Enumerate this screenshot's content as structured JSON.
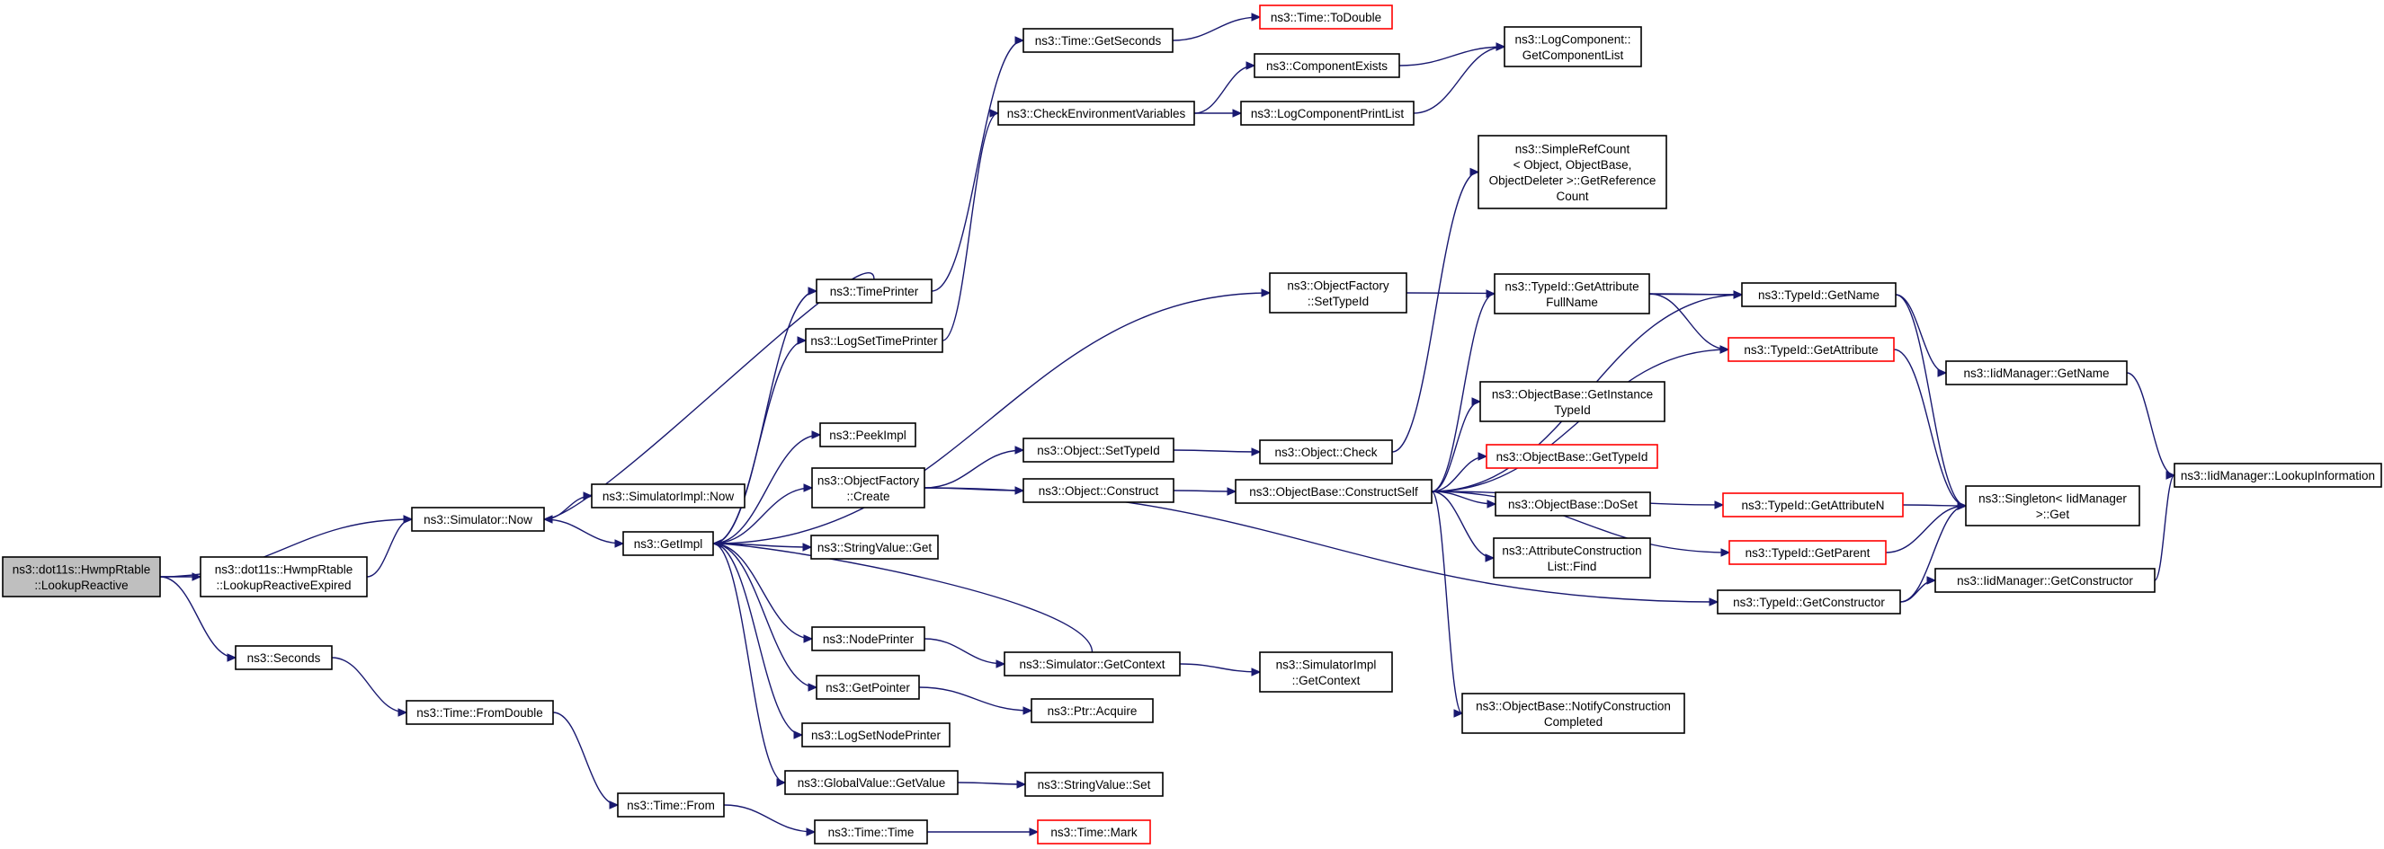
{
  "colors": {
    "edge": "#191970",
    "node_border": "#000000",
    "node_border_incomplete": "#ff0000",
    "root_fill": "#bfbfbf",
    "node_fill": "#ffffff"
  },
  "nodes": [
    {
      "id": "root",
      "lines": [
        "ns3::dot11s::HwmpRtable",
        "::LookupReactive"
      ],
      "root": true
    },
    {
      "id": "lre",
      "lines": [
        "ns3::dot11s::HwmpRtable",
        "::LookupReactiveExpired"
      ]
    },
    {
      "id": "seconds",
      "lines": [
        "ns3::Seconds"
      ]
    },
    {
      "id": "now",
      "lines": [
        "ns3::Simulator::Now"
      ]
    },
    {
      "id": "fromdouble",
      "lines": [
        "ns3::Time::FromDouble"
      ]
    },
    {
      "id": "siminow",
      "lines": [
        "ns3::SimulatorImpl::Now"
      ]
    },
    {
      "id": "getimpl",
      "lines": [
        "ns3::GetImpl"
      ]
    },
    {
      "id": "timefrom",
      "lines": [
        "ns3::Time::From"
      ]
    },
    {
      "id": "timeprinter",
      "lines": [
        "ns3::TimePrinter"
      ]
    },
    {
      "id": "logsettp",
      "lines": [
        "ns3::LogSetTimePrinter"
      ]
    },
    {
      "id": "peekimpl",
      "lines": [
        "ns3::PeekImpl"
      ]
    },
    {
      "id": "ofcreate",
      "lines": [
        "ns3::ObjectFactory",
        "::Create"
      ]
    },
    {
      "id": "svget",
      "lines": [
        "ns3::StringValue::Get"
      ]
    },
    {
      "id": "nodeprinter",
      "lines": [
        "ns3::NodePrinter"
      ]
    },
    {
      "id": "getpointer",
      "lines": [
        "ns3::GetPointer"
      ]
    },
    {
      "id": "logsetnp",
      "lines": [
        "ns3::LogSetNodePrinter"
      ]
    },
    {
      "id": "gvgetvalue",
      "lines": [
        "ns3::GlobalValue::GetValue"
      ]
    },
    {
      "id": "timetime",
      "lines": [
        "ns3::Time::Time"
      ]
    },
    {
      "id": "getseconds",
      "lines": [
        "ns3::Time::GetSeconds"
      ]
    },
    {
      "id": "checkenv",
      "lines": [
        "ns3::CheckEnvironmentVariables"
      ]
    },
    {
      "id": "objsettypeid",
      "lines": [
        "ns3::Object::SetTypeId"
      ]
    },
    {
      "id": "objconstruct",
      "lines": [
        "ns3::Object::Construct"
      ]
    },
    {
      "id": "simgetctx",
      "lines": [
        "ns3::Simulator::GetContext"
      ]
    },
    {
      "id": "ptracquire",
      "lines": [
        "ns3::Ptr::Acquire"
      ]
    },
    {
      "id": "svset",
      "lines": [
        "ns3::StringValue::Set"
      ]
    },
    {
      "id": "timemark",
      "lines": [
        "ns3::Time::Mark"
      ],
      "incomplete": true
    },
    {
      "id": "todouble",
      "lines": [
        "ns3::Time::ToDouble"
      ],
      "incomplete": true
    },
    {
      "id": "compexists",
      "lines": [
        "ns3::ComponentExists"
      ]
    },
    {
      "id": "logcompprint",
      "lines": [
        "ns3::LogComponentPrintList"
      ]
    },
    {
      "id": "ofsettypeid",
      "lines": [
        "ns3::ObjectFactory",
        "::SetTypeId"
      ]
    },
    {
      "id": "objcheck",
      "lines": [
        "ns3::Object::Check"
      ]
    },
    {
      "id": "obconstructself",
      "lines": [
        "ns3::ObjectBase::ConstructSelf"
      ]
    },
    {
      "id": "simimplgetctx",
      "lines": [
        "ns3::SimulatorImpl",
        "::GetContext"
      ]
    },
    {
      "id": "logcompgetlist",
      "lines": [
        "ns3::LogComponent::",
        "GetComponentList"
      ]
    },
    {
      "id": "simplerefcount",
      "lines": [
        "ns3::SimpleRefCount",
        "< Object, ObjectBase,",
        "ObjectDeleter >::GetReference",
        "Count"
      ]
    },
    {
      "id": "getattrfullname",
      "lines": [
        "ns3::TypeId::GetAttribute",
        "FullName"
      ]
    },
    {
      "id": "getinstancetypeid",
      "lines": [
        "ns3::ObjectBase::GetInstance",
        "TypeId"
      ]
    },
    {
      "id": "obgettypeid",
      "lines": [
        "ns3::ObjectBase::GetTypeId"
      ],
      "incomplete": true
    },
    {
      "id": "obdoset",
      "lines": [
        "ns3::ObjectBase::DoSet"
      ]
    },
    {
      "id": "attrconstructfind",
      "lines": [
        "ns3::AttributeConstruction",
        "List::Find"
      ]
    },
    {
      "id": "notifyconstruction",
      "lines": [
        "ns3::ObjectBase::NotifyConstruction",
        "Completed"
      ]
    },
    {
      "id": "typeidgetname",
      "lines": [
        "ns3::TypeId::GetName"
      ]
    },
    {
      "id": "typeidgetattr",
      "lines": [
        "ns3::TypeId::GetAttribute"
      ],
      "incomplete": true
    },
    {
      "id": "typeidgetattrn",
      "lines": [
        "ns3::TypeId::GetAttributeN"
      ],
      "incomplete": true
    },
    {
      "id": "typeidgetparent",
      "lines": [
        "ns3::TypeId::GetParent"
      ],
      "incomplete": true
    },
    {
      "id": "typeidgetconstructor",
      "lines": [
        "ns3::TypeId::GetConstructor"
      ]
    },
    {
      "id": "iidmgrgetname",
      "lines": [
        "ns3::IidManager::GetName"
      ]
    },
    {
      "id": "singletonget",
      "lines": [
        "ns3::Singleton< IidManager",
        ">::Get"
      ]
    },
    {
      "id": "iidmgrgetconstructor",
      "lines": [
        "ns3::IidManager::GetConstructor"
      ]
    },
    {
      "id": "iidmgrlookup",
      "lines": [
        "ns3::IidManager::LookupInformation"
      ]
    }
  ],
  "edges": [
    [
      "root",
      "now"
    ],
    [
      "root",
      "lre"
    ],
    [
      "root",
      "seconds"
    ],
    [
      "lre",
      "now"
    ],
    [
      "now",
      "siminow"
    ],
    [
      "now",
      "getimpl"
    ],
    [
      "seconds",
      "fromdouble"
    ],
    [
      "fromdouble",
      "timefrom"
    ],
    [
      "timefrom",
      "timetime"
    ],
    [
      "timetime",
      "timemark"
    ],
    [
      "getimpl",
      "timeprinter"
    ],
    [
      "getimpl",
      "logsettp"
    ],
    [
      "getimpl",
      "peekimpl"
    ],
    [
      "getimpl",
      "ofcreate"
    ],
    [
      "getimpl",
      "svget"
    ],
    [
      "getimpl",
      "nodeprinter"
    ],
    [
      "getimpl",
      "getpointer"
    ],
    [
      "getimpl",
      "logsetnp"
    ],
    [
      "getimpl",
      "gvgetvalue"
    ],
    [
      "getimpl",
      "ofsettypeid"
    ],
    [
      "timeprinter",
      "now"
    ],
    [
      "timeprinter",
      "getseconds"
    ],
    [
      "getseconds",
      "todouble"
    ],
    [
      "logsettp",
      "checkenv"
    ],
    [
      "checkenv",
      "compexists"
    ],
    [
      "checkenv",
      "logcompprint"
    ],
    [
      "compexists",
      "logcompgetlist"
    ],
    [
      "logcompprint",
      "logcompgetlist"
    ],
    [
      "ofcreate",
      "objsettypeid"
    ],
    [
      "ofcreate",
      "objconstruct"
    ],
    [
      "ofcreate",
      "typeidgetconstructor"
    ],
    [
      "objsettypeid",
      "objcheck"
    ],
    [
      "objcheck",
      "simplerefcount"
    ],
    [
      "objconstruct",
      "obconstructself"
    ],
    [
      "nodeprinter",
      "simgetctx"
    ],
    [
      "simgetctx",
      "getimpl"
    ],
    [
      "simgetctx",
      "simimplgetctx"
    ],
    [
      "getpointer",
      "ptracquire"
    ],
    [
      "gvgetvalue",
      "svset"
    ],
    [
      "ofsettypeid",
      "typeidgetname"
    ],
    [
      "obconstructself",
      "getattrfullname"
    ],
    [
      "obconstructself",
      "typeidgetname"
    ],
    [
      "obconstructself",
      "typeidgetattr"
    ],
    [
      "obconstructself",
      "getinstancetypeid"
    ],
    [
      "obconstructself",
      "obgettypeid"
    ],
    [
      "obconstructself",
      "obdoset"
    ],
    [
      "obconstructself",
      "attrconstructfind"
    ],
    [
      "obconstructself",
      "notifyconstruction"
    ],
    [
      "obconstructself",
      "typeidgetattrn"
    ],
    [
      "obconstructself",
      "typeidgetparent"
    ],
    [
      "getattrfullname",
      "typeidgetname"
    ],
    [
      "getattrfullname",
      "typeidgetattr"
    ],
    [
      "typeidgetname",
      "iidmgrgetname"
    ],
    [
      "typeidgetname",
      "singletonget"
    ],
    [
      "typeidgetattr",
      "singletonget"
    ],
    [
      "typeidgetattrn",
      "singletonget"
    ],
    [
      "typeidgetparent",
      "singletonget"
    ],
    [
      "typeidgetconstructor",
      "singletonget"
    ],
    [
      "typeidgetconstructor",
      "iidmgrgetconstructor"
    ],
    [
      "iidmgrgetname",
      "iidmgrlookup"
    ],
    [
      "iidmgrgetconstructor",
      "iidmgrlookup"
    ]
  ]
}
